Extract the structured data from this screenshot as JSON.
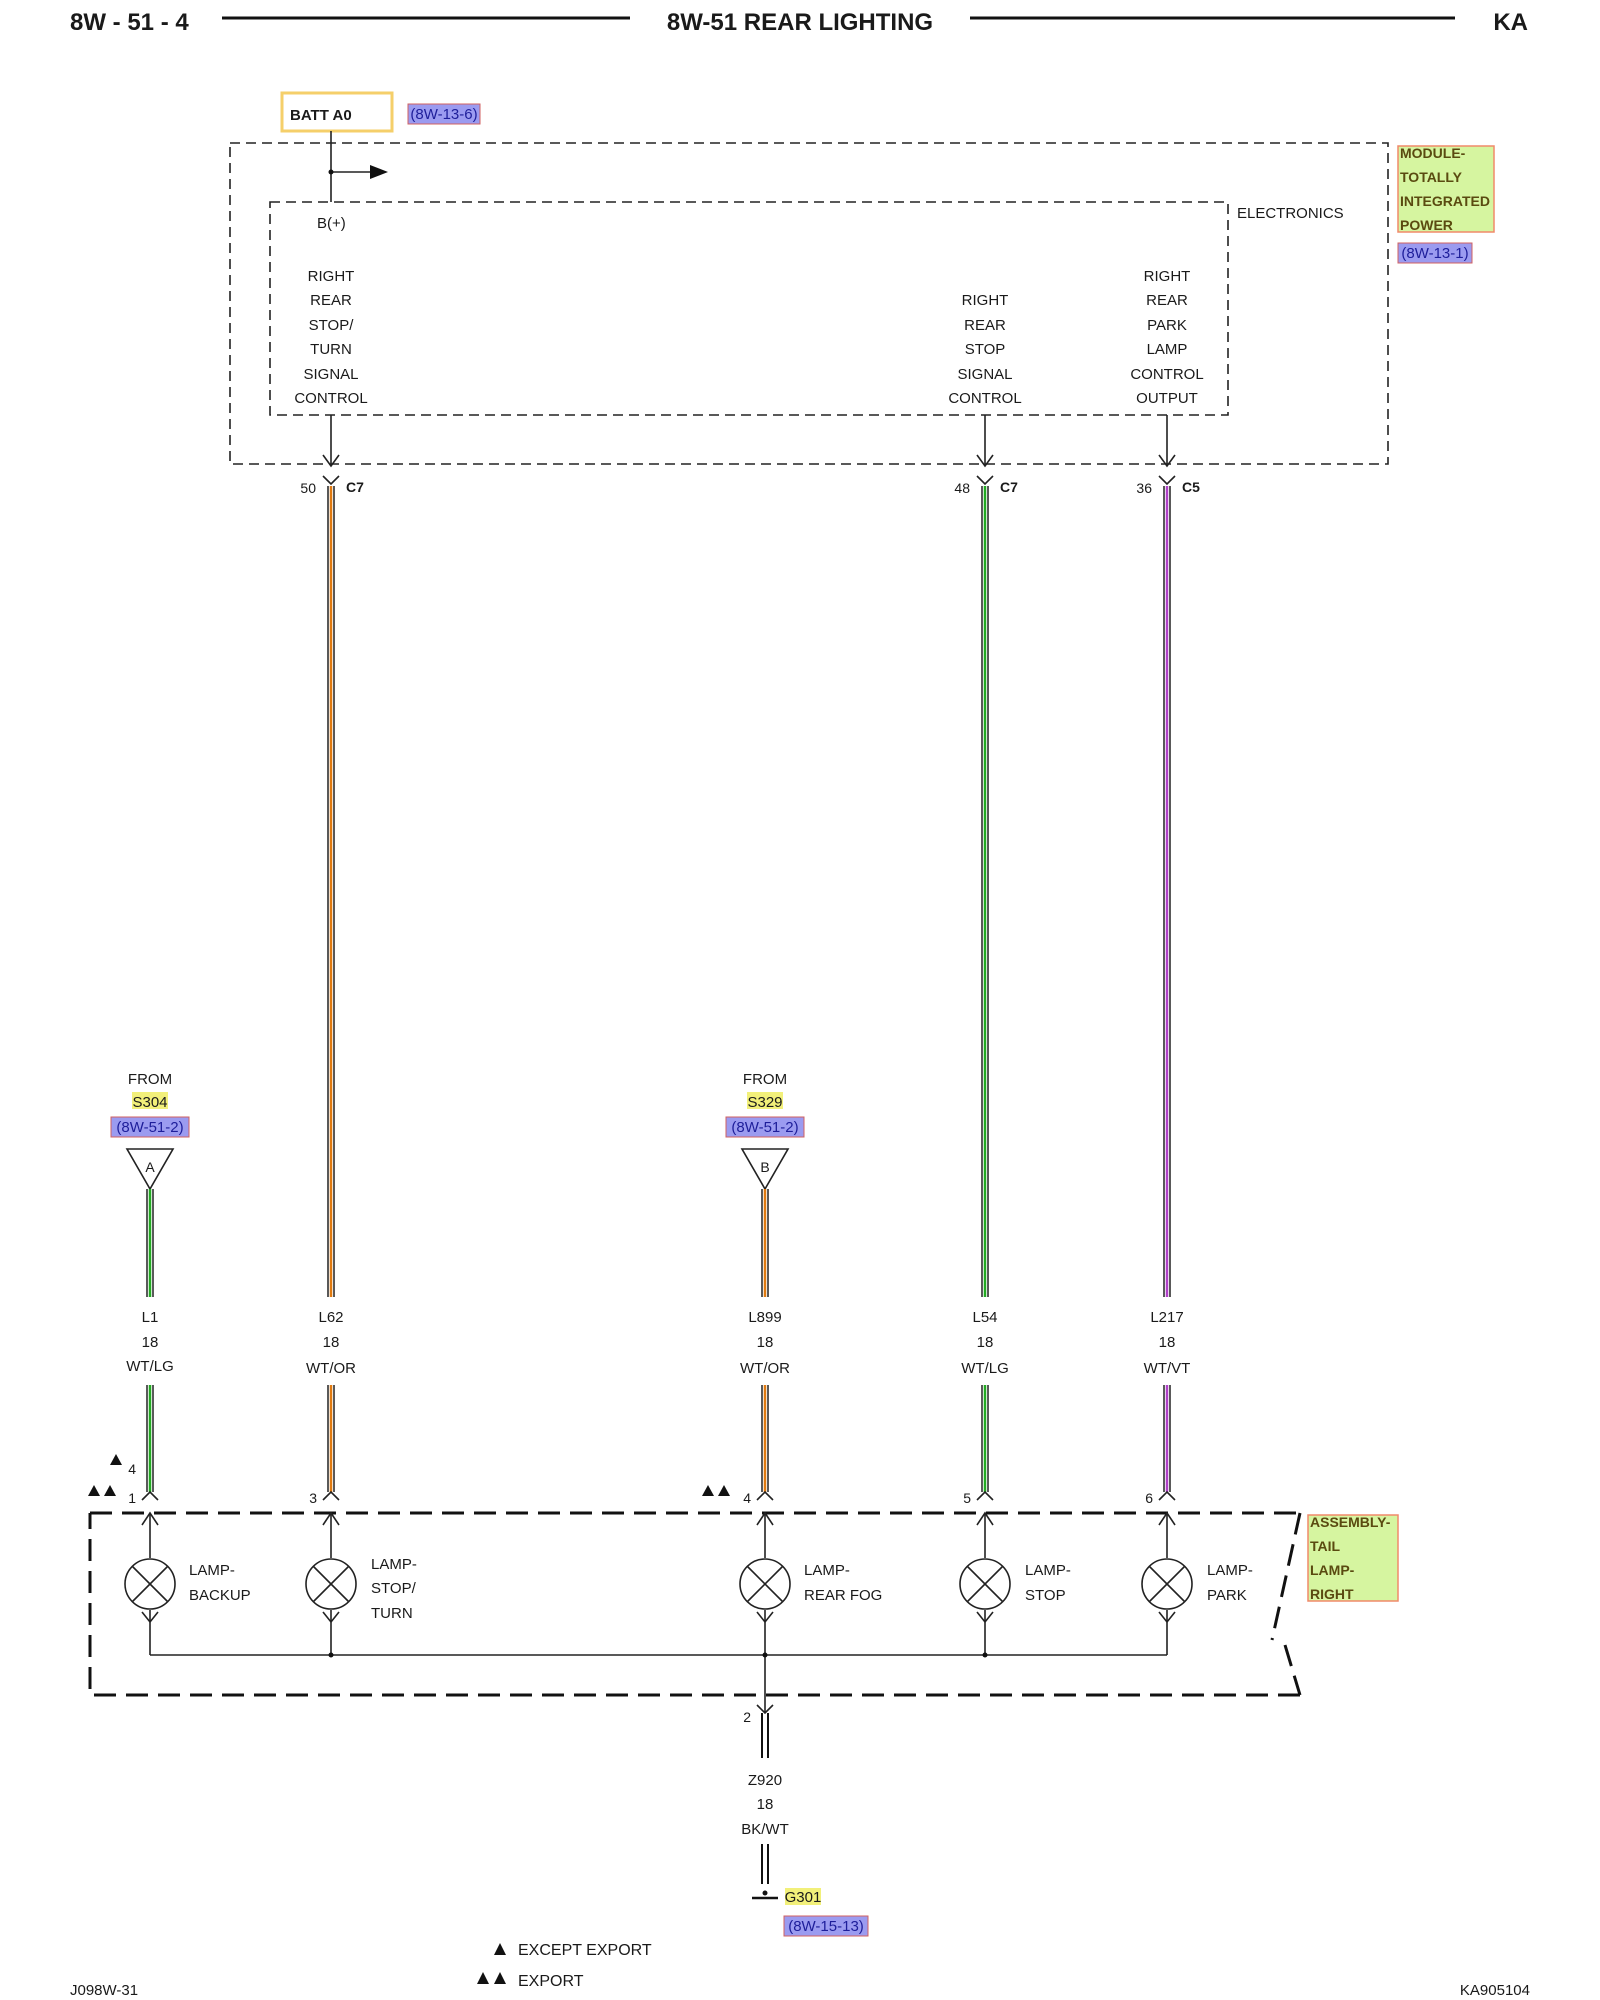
{
  "header": {
    "left": "8W - 51 - 4",
    "title": "8W-51 REAR LIGHTING",
    "right": "KA"
  },
  "footer": {
    "left": "J098W-31",
    "right": "KA905104"
  },
  "power": {
    "label": "BATT A0",
    "ref": "(8W-13-6)"
  },
  "tipm": {
    "name_lines": [
      "MODULE-",
      "TOTALLY",
      "INTEGRATED",
      "POWER"
    ],
    "ref": "(8W-13-1)",
    "electronics": "ELECTRONICS",
    "bplus": "B(+)",
    "outputs": [
      {
        "lines": [
          "RIGHT",
          "REAR",
          "STOP/",
          "TURN",
          "SIGNAL",
          "CONTROL"
        ],
        "pin": "50",
        "connector": "C7"
      },
      {
        "lines": [
          "RIGHT",
          "REAR",
          "STOP",
          "SIGNAL",
          "CONTROL"
        ],
        "pin": "48",
        "connector": "C7"
      },
      {
        "lines": [
          "RIGHT",
          "REAR",
          "PARK",
          "LAMP",
          "CONTROL",
          "OUTPUT"
        ],
        "pin": "36",
        "connector": "C5"
      }
    ]
  },
  "sources": [
    {
      "from": "FROM",
      "splice": "S304",
      "ref": "(8W-51-2)",
      "symbol": "A"
    },
    {
      "from": "FROM",
      "splice": "S329",
      "ref": "(8W-51-2)",
      "symbol": "B"
    }
  ],
  "wires": [
    {
      "circuit": "L1",
      "gauge": "18",
      "color": "WT/LG",
      "pin": "1",
      "alt_pin": "4",
      "stripe": "#22aa22"
    },
    {
      "circuit": "L62",
      "gauge": "18",
      "color": "WT/OR",
      "pin": "3",
      "stripe": "#e07a10"
    },
    {
      "circuit": "L899",
      "gauge": "18",
      "color": "WT/OR",
      "pin": "4",
      "stripe": "#e07a10"
    },
    {
      "circuit": "L54",
      "gauge": "18",
      "color": "WT/LG",
      "pin": "5",
      "stripe": "#22aa22"
    },
    {
      "circuit": "L217",
      "gauge": "18",
      "color": "WT/VT",
      "pin": "6",
      "stripe": "#b040c8"
    }
  ],
  "lamps": [
    {
      "lines": [
        "LAMP-",
        "BACKUP"
      ]
    },
    {
      "lines": [
        "LAMP-",
        "STOP/",
        "TURN"
      ]
    },
    {
      "lines": [
        "LAMP-",
        "REAR FOG"
      ]
    },
    {
      "lines": [
        "LAMP-",
        "STOP"
      ]
    },
    {
      "lines": [
        "LAMP-",
        "PARK"
      ]
    }
  ],
  "assembly": {
    "name_lines": [
      "ASSEMBLY-",
      "TAIL",
      "LAMP-",
      "RIGHT"
    ]
  },
  "ground": {
    "pin": "2",
    "circuit": "Z920",
    "gauge": "18",
    "color": "BK/WT",
    "name": "G301",
    "ref": "(8W-15-13)"
  },
  "legend": {
    "single": "EXCEPT EXPORT",
    "double": "EXPORT"
  },
  "colors": {
    "ref_highlight": "#9b9bf0",
    "tag_highlight": "#d6f5a0",
    "tag_border": "#f08a6a",
    "splice_highlight": "#f2f07a",
    "power_box": "#f5cf6a"
  }
}
